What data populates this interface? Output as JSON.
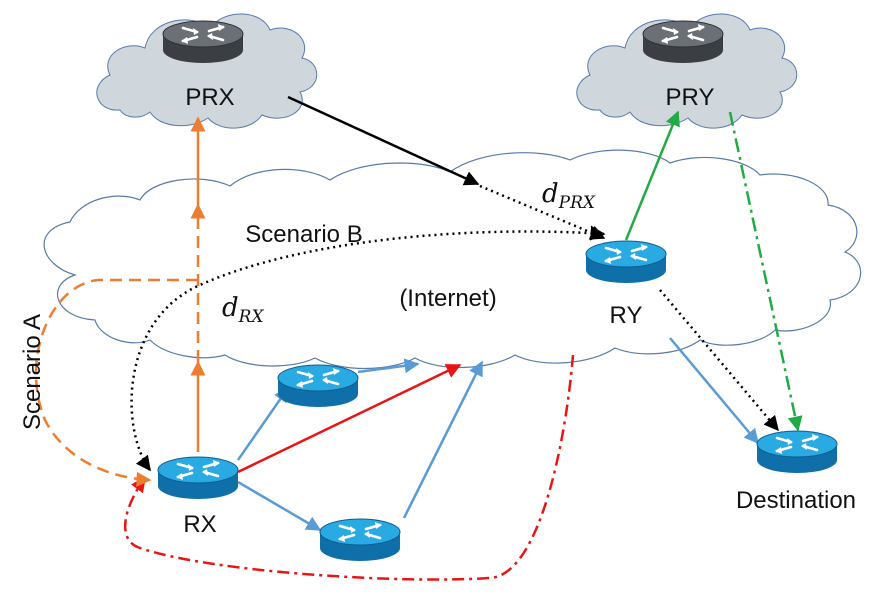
{
  "labels": {
    "prx": "PRX",
    "pry": "PRY",
    "rx": "RX",
    "ry": "RY",
    "destination": "Destination",
    "internet": "(Internet)",
    "scenario_a": "Scenario A",
    "scenario_b": "Scenario B"
  },
  "math": {
    "d_prx_base": "d",
    "d_prx_sub": "PRX",
    "d_rx_base": "d",
    "d_rx_sub": "RX"
  },
  "colors": {
    "cloud_fill": "#cfd6dc",
    "internet_cloud_fill": "#ffffff",
    "cloud_stroke": "#5a7aa8",
    "orange": "#ed7d31",
    "black": "#000000",
    "green": "#22aa44",
    "red": "#e81416",
    "blue": "#5b9bd5",
    "router_blue": "#1a9ad6",
    "router_gray": "#555a60"
  },
  "icons": {
    "router": "router-icon",
    "cloud": "cloud-icon"
  }
}
